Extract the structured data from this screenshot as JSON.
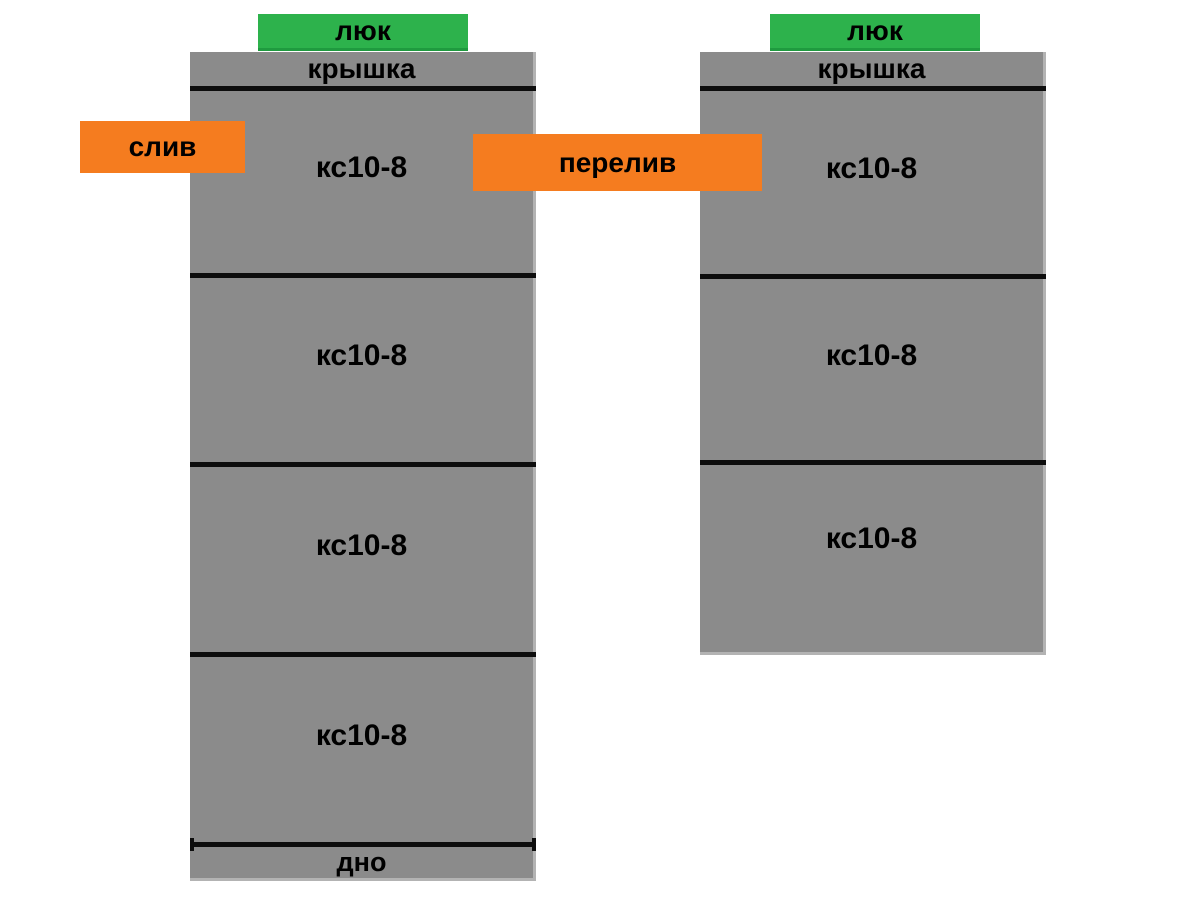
{
  "colors": {
    "concrete": "#8b8b8b",
    "hatch_green": "#2db24c",
    "pipe_orange": "#f57c1f",
    "line_black": "#0d0d0d",
    "page_bg": "#ffffff",
    "text": "#000000"
  },
  "left_well": {
    "hatch_label": "люк",
    "cover_label": "крышка",
    "rings": [
      "кс10-8",
      "кс10-8",
      "кс10-8",
      "кс10-8"
    ],
    "floor_label": "дно"
  },
  "right_well": {
    "hatch_label": "люк",
    "cover_label": "крышка",
    "rings": [
      "кс10-8",
      "кс10-8",
      "кс10-8"
    ]
  },
  "pipes": {
    "drain_label": "слив",
    "overflow_label": "перелив"
  }
}
